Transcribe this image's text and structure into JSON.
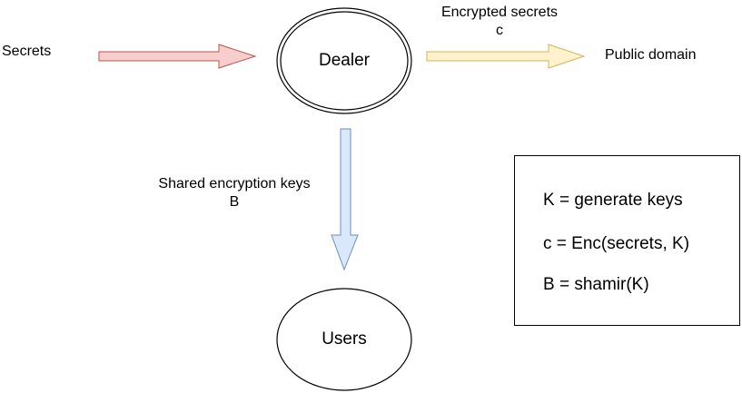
{
  "inputs_label": "Secrets",
  "dealer": {
    "label": "Dealer"
  },
  "users": {
    "label": "Users"
  },
  "encrypted_output": {
    "line1": "Encrypted secrets",
    "line2": "c"
  },
  "public_domain": "Public domain",
  "shared_keys": {
    "line1": "Shared encryption keys",
    "line2": "B"
  },
  "formulas": [
    "K = generate keys",
    "c = Enc(secrets, K)",
    "B = shamir(K)"
  ],
  "colors": {
    "red_arrow_fill": "#f8cecc",
    "red_arrow_stroke": "#b85450",
    "yellow_arrow_fill": "#fff2cc",
    "yellow_arrow_stroke": "#d6b656",
    "blue_arrow_fill": "#dae8fc",
    "blue_arrow_stroke": "#6c8ebf"
  }
}
